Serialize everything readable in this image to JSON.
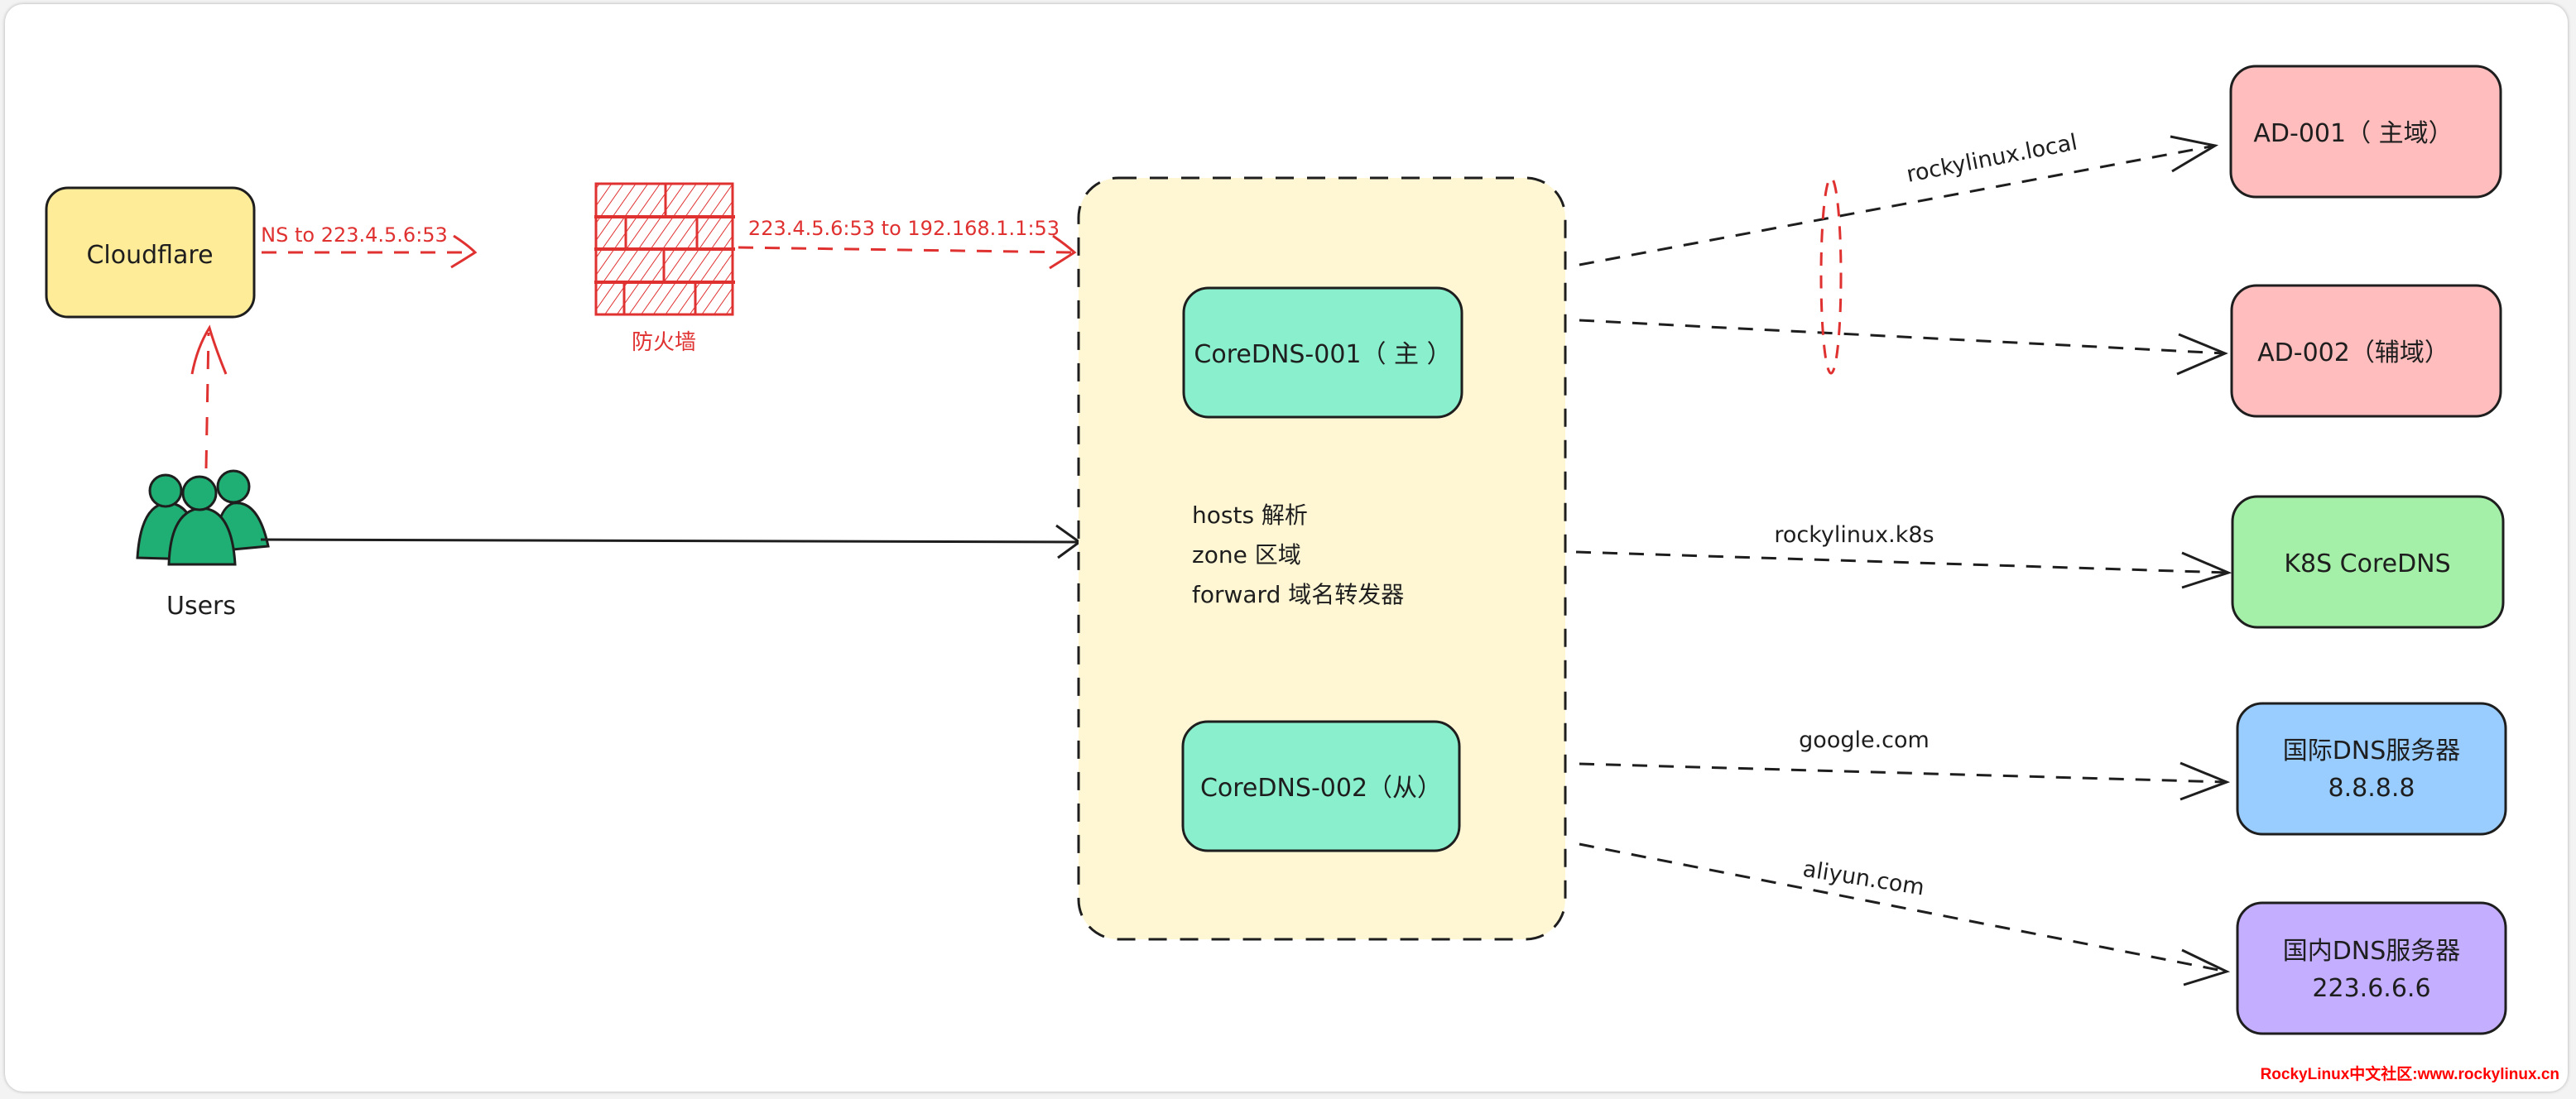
{
  "diagram": {
    "title": "CoreDNS DNS resolution architecture",
    "colors": {
      "cloudflare": "#ffec99",
      "coredns": "#8aefcc",
      "container": "#fff7d4",
      "ad": "#ffbdbd",
      "k8s": "#a5f0a9",
      "intl_dns": "#99ccff",
      "cn_dns": "#c3aeff",
      "users": "#1fae73",
      "firewall": "#e03131",
      "stroke": "#1e1e1e"
    },
    "nodes": {
      "cloudflare": {
        "label": "Cloudflare"
      },
      "users": {
        "label": "Users"
      },
      "firewall": {
        "label": "防火墙"
      },
      "coredns_cluster": {
        "features": [
          "hosts 解析",
          "zone 区域",
          "forward 域名转发器"
        ]
      },
      "coredns_001": {
        "label": "CoreDNS-001（ 主 ）"
      },
      "coredns_002": {
        "label": "CoreDNS-002（从）"
      },
      "ad_001": {
        "label": "AD-001（ 主域）"
      },
      "ad_002": {
        "label": "AD-002（辅域）"
      },
      "k8s_coredns": {
        "label": "K8S CoreDNS"
      },
      "intl_dns": {
        "label_line1": "国际DNS服务器",
        "label_line2": "8.8.8.8"
      },
      "cn_dns": {
        "label_line1": "国内DNS服务器",
        "label_line2": "223.6.6.6"
      }
    },
    "edges": {
      "cloudflare_to_firewall": {
        "label": "NS to 223.4.5.6:53"
      },
      "firewall_to_cluster": {
        "label": "223.4.5.6:53 to 192.168.1.1:53"
      },
      "cluster_to_ad001": {
        "label": "rockylinux.local"
      },
      "cluster_to_ad002": {
        "label": ""
      },
      "cluster_to_k8s": {
        "label": "rockylinux.k8s"
      },
      "cluster_to_intl": {
        "label": "google.com"
      },
      "cluster_to_cn": {
        "label": "aliyun.com"
      },
      "users_to_cluster": {
        "label": ""
      },
      "users_to_cloudflare": {
        "label": ""
      }
    }
  },
  "footer": {
    "text": "RockyLinux中文社区:www.rockylinux.cn"
  }
}
